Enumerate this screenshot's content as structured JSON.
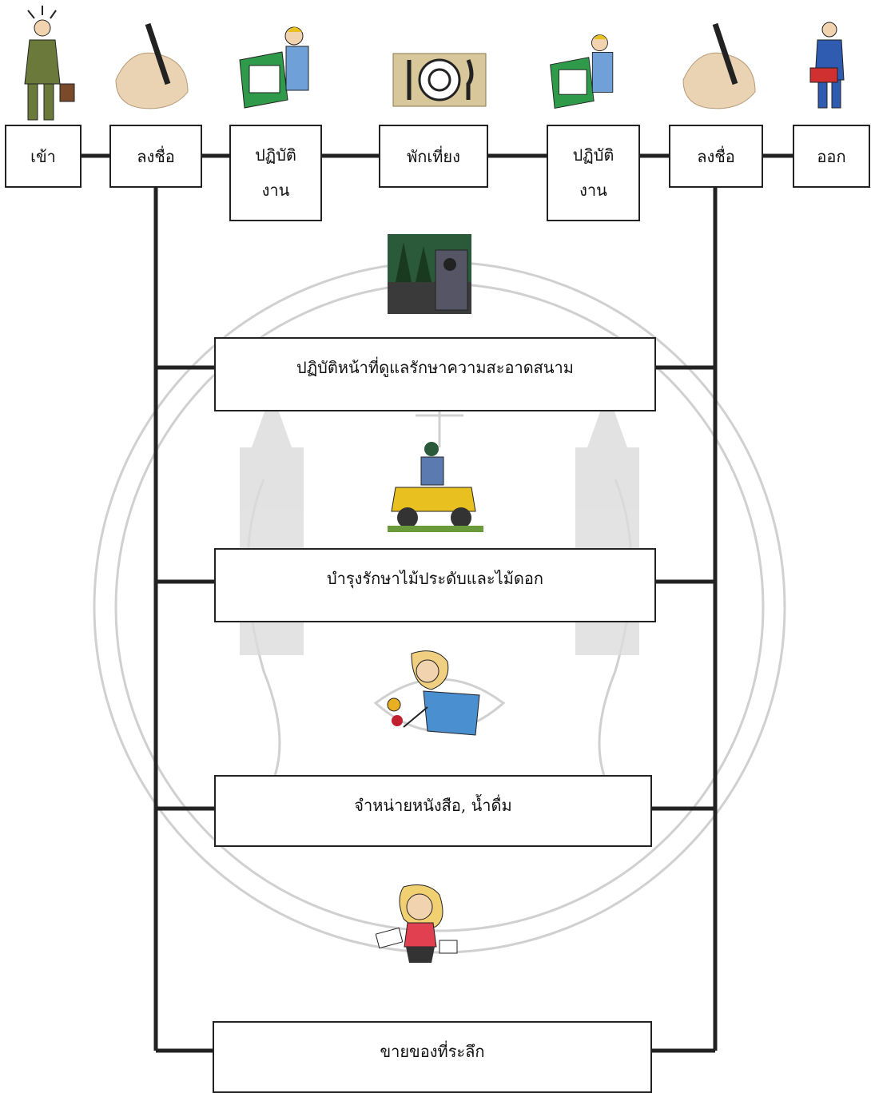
{
  "flow": {
    "steps": [
      {
        "id": "enter",
        "line1": "เข้า",
        "line2": ""
      },
      {
        "id": "sign-in",
        "line1": "ลงชื่อ",
        "line2": ""
      },
      {
        "id": "work-am",
        "line1": "ปฏิบัติ",
        "line2": "งาน"
      },
      {
        "id": "lunch",
        "line1": "พักเที่ยง",
        "line2": ""
      },
      {
        "id": "work-pm",
        "line1": "ปฏิบัติ",
        "line2": "งาน"
      },
      {
        "id": "sign-out",
        "line1": "ลงชื่อ",
        "line2": ""
      },
      {
        "id": "exit",
        "line1": "ออก",
        "line2": ""
      }
    ]
  },
  "tasks": [
    {
      "label": "ปฏิบัติหน้าที่ดูแลรักษาความสะอาดสนาม"
    },
    {
      "label": "บำรุงรักษาไม้ประดับและไม้ดอก"
    },
    {
      "label": "จำหน่ายหนังสือ, น้ำดื่ม"
    },
    {
      "label": "ขายของที่ระลึก"
    }
  ],
  "icons": [
    "businessman-icon",
    "signing-hand-icon",
    "drafting-worker-icon",
    "dinner-plate-icon",
    "drafting-worker-icon",
    "signing-hand-icon",
    "businessman-leaving-icon",
    "surveyor-icon",
    "lawn-mower-icon",
    "gardener-icon",
    "saleswoman-icon",
    "watermark-seal"
  ],
  "colors": {
    "line": "#222222",
    "watermark": "#c8c8c8",
    "accent_green": "#2e9a4a",
    "accent_blue": "#3a6fc4",
    "accent_yellow": "#e8c020"
  }
}
